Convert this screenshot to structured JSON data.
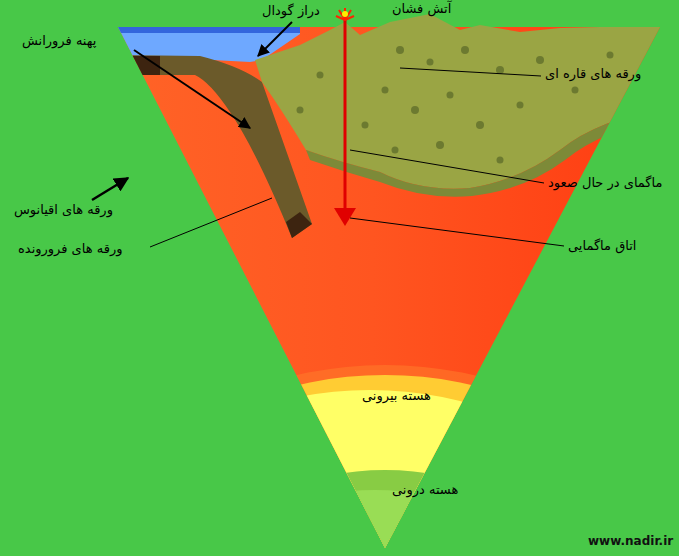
{
  "diagram": {
    "labels": [
      "دراز گودال",
      "آتش فشان",
      "پهنه فرورانش",
      "ورقه های قاره ای",
      "ماگمای در حال صعود",
      "ورقه های اقیانوس",
      "اتاق ماگمایی",
      "ورقه های فرورونده",
      "هسته بیرونی",
      "هسته درونی",
      "www.nadir.ir"
    ]
  }
}
